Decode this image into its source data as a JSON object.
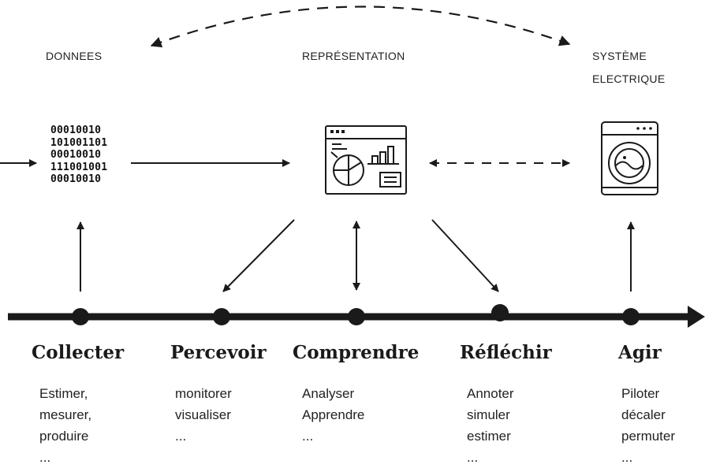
{
  "headers": {
    "data": "DONNEES",
    "representation": "REPRÉSENTATION",
    "system_line1": "SYSTÈME",
    "system_line2": "ELECTRIQUE"
  },
  "binary_lines": [
    "00010010",
    "101001101",
    "00010010",
    "111001001",
    "00010010"
  ],
  "stages": [
    {
      "title": "Collecter",
      "lines": [
        "Estimer,",
        "mesurer,",
        "produire",
        "..."
      ]
    },
    {
      "title": "Percevoir",
      "lines": [
        "monitorer",
        "visualiser",
        "..."
      ]
    },
    {
      "title": "Comprendre",
      "lines": [
        "Analyser",
        "Apprendre",
        "..."
      ]
    },
    {
      "title": "Réfléchir",
      "lines": [
        "Annoter",
        "simuler",
        "estimer",
        "..."
      ]
    },
    {
      "title": "Agir",
      "lines": [
        "Piloter",
        "décaler",
        "permuter",
        "..."
      ]
    }
  ],
  "icons": {
    "dashboard": "dashboard-icon",
    "appliance": "washing-machine-icon"
  }
}
